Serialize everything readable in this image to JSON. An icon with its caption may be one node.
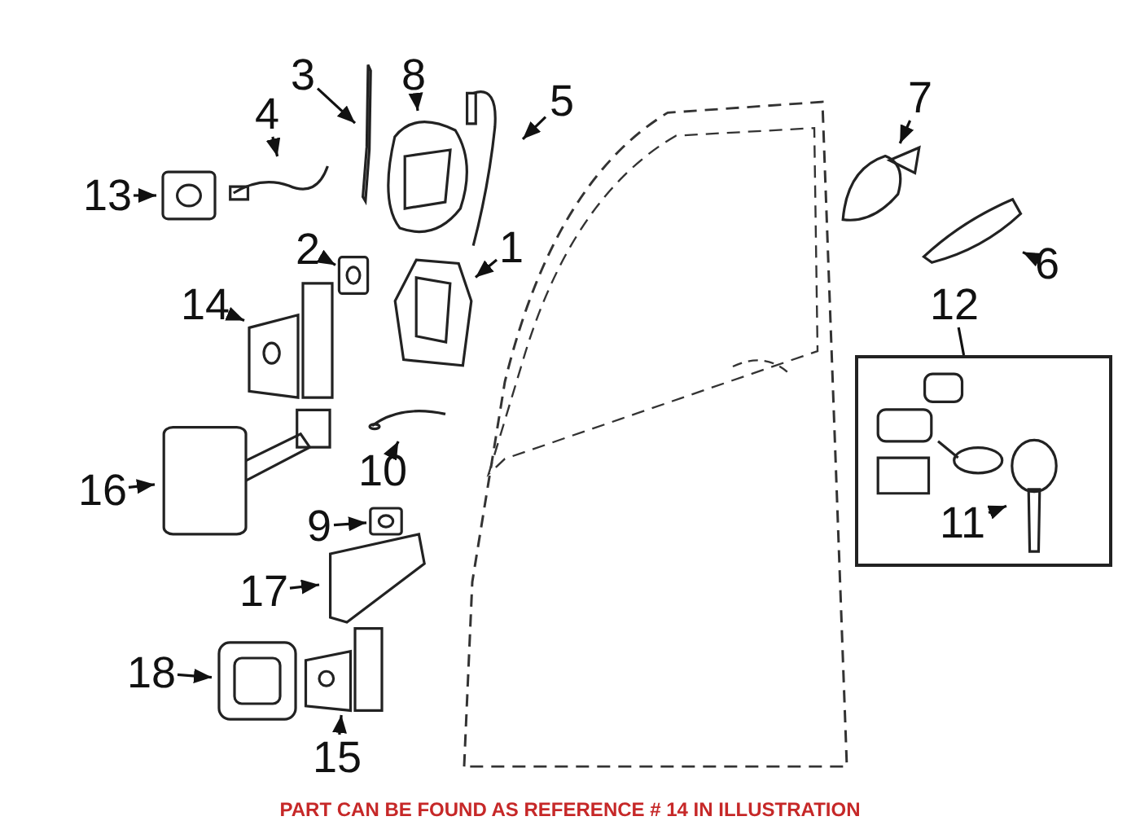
{
  "diagram": {
    "caption": "PART CAN BE FOUND AS REFERENCE # 14 IN ILLUSTRATION",
    "nodes": [
      {
        "text": [
          "3"
        ]
      },
      {
        "text": [
          "8"
        ]
      },
      {
        "text": [
          "5"
        ]
      },
      {
        "text": [
          "7"
        ]
      },
      {
        "text": [
          "4"
        ]
      },
      {
        "text": [
          "13"
        ]
      },
      {
        "text": [
          "2"
        ]
      },
      {
        "text": [
          "1"
        ]
      },
      {
        "text": [
          "6"
        ]
      },
      {
        "text": [
          "14"
        ]
      },
      {
        "text": [
          "12"
        ]
      },
      {
        "text": [],
        "shape": "box"
      },
      {
        "text": [
          "10"
        ]
      },
      {
        "text": [
          "16"
        ]
      },
      {
        "text": [
          "9"
        ]
      },
      {
        "text": [
          "11"
        ],
        "in": 11
      },
      {
        "text": [
          "17"
        ]
      },
      {
        "text": [
          "18"
        ]
      },
      {
        "text": [
          "15"
        ]
      },
      {
        "text": [],
        "shape": "picture"
      },
      {
        "text": [],
        "shape": "picture"
      },
      {
        "text": [],
        "shape": "picture"
      },
      {
        "text": [],
        "shape": "picture"
      },
      {
        "text": [],
        "shape": "picture"
      },
      {
        "text": [],
        "shape": "picture"
      },
      {
        "text": [],
        "shape": "picture"
      },
      {
        "text": [],
        "shape": "picture"
      },
      {
        "text": [],
        "shape": "picture"
      },
      {
        "text": [],
        "shape": "picture"
      },
      {
        "text": [],
        "shape": "picture"
      },
      {
        "text": [],
        "shape": "picture"
      },
      {
        "text": [],
        "shape": "picture"
      },
      {
        "text": [],
        "shape": "picture",
        "in": 11
      },
      {
        "text": [],
        "shape": "picture"
      },
      {
        "text": [],
        "shape": "picture"
      },
      {
        "text": [],
        "shape": "picture"
      }
    ],
    "edges": [
      {
        "from": 0,
        "to": 19,
        "arrow": "to"
      },
      {
        "from": 1,
        "to": 20,
        "arrow": "to"
      },
      {
        "from": 2,
        "to": 21,
        "arrow": "to"
      },
      {
        "from": 3,
        "to": 22,
        "arrow": "to"
      },
      {
        "from": 4,
        "to": 23,
        "arrow": "to"
      },
      {
        "from": 5,
        "to": 24,
        "arrow": "to"
      },
      {
        "from": 6,
        "to": 25,
        "arrow": "to"
      },
      {
        "from": 7,
        "to": 26,
        "arrow": "to"
      },
      {
        "from": 8,
        "to": 27,
        "arrow": "to"
      },
      {
        "from": 9,
        "to": 28,
        "arrow": "to"
      },
      {
        "from": 10,
        "to": 11,
        "arrow": "none"
      },
      {
        "from": 12,
        "to": 29,
        "arrow": "to"
      },
      {
        "from": 13,
        "to": 30,
        "arrow": "to"
      },
      {
        "from": 14,
        "to": 31,
        "arrow": "to"
      },
      {
        "from": 15,
        "to": 32,
        "arrow": "to"
      },
      {
        "from": 16,
        "to": 33,
        "arrow": "to"
      },
      {
        "from": 17,
        "to": 34,
        "arrow": "to"
      },
      {
        "from": 18,
        "to": 35,
        "arrow": "to"
      }
    ]
  }
}
